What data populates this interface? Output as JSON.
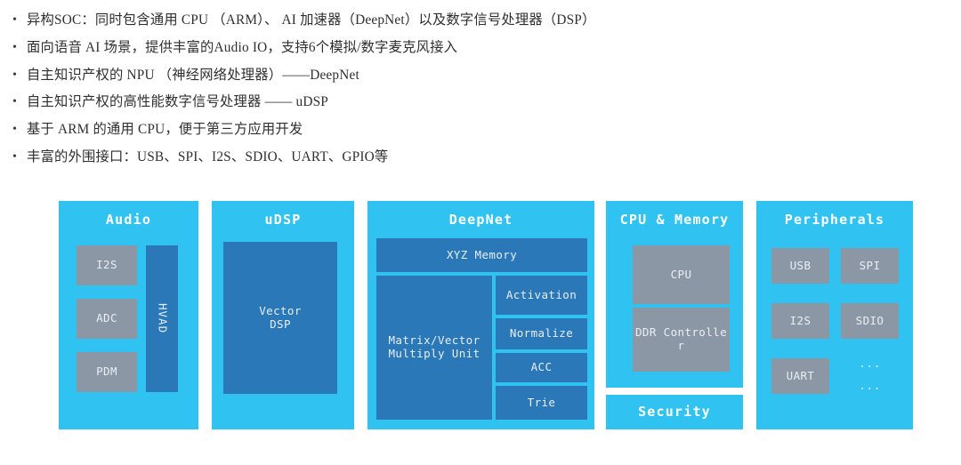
{
  "bullets": [
    {
      "marker": "•",
      "text": "异构SOC：同时包含通用 CPU （ARM）、 AI 加速器（DeepNet）以及数字信号处理器（DSP）"
    },
    {
      "marker": "•",
      "text": "面向语音 AI 场景，提供丰富的Audio IO，支持6个模拟/数字麦克风接入"
    },
    {
      "marker": "•",
      "text": "自主知识产权的 NPU （神经网络处理器）——DeepNet"
    },
    {
      "marker": "•",
      "text": "自主知识产权的高性能数字信号处理器 —— uDSP"
    },
    {
      "marker": "•",
      "text": "基于 ARM 的通用 CPU，便于第三方应用开发"
    },
    {
      "marker": "•",
      "text": "丰富的外围接口：USB、SPI、I2S、SDIO、UART、GPIO等"
    }
  ],
  "colors": {
    "panel_cyan": "#30c3f2",
    "box_gray": "#8c97a6",
    "box_blue": "#2a78b8",
    "text_light": "#e9eef3",
    "bullet_text": "#2f2f2f"
  },
  "diagram": {
    "panels": {
      "audio": {
        "title": "Audio",
        "boxes": {
          "i2s": "I2S",
          "adc": "ADC",
          "pdm": "PDM",
          "hvad": "HVAD"
        }
      },
      "udsp": {
        "title": "uDSP",
        "boxes": {
          "vector_dsp": "Vector\nDSP"
        }
      },
      "deepnet": {
        "title": "DeepNet",
        "boxes": {
          "xyz_memory": "XYZ Memory",
          "matrix_unit": "Matrix/Vector Multiply Unit",
          "activation": "Activation",
          "normalize": "Normalize",
          "acc": "ACC",
          "trie": "Trie"
        }
      },
      "cpu_memory": {
        "title": "CPU & Memory",
        "boxes": {
          "cpu": "CPU",
          "ddr_controller": "DDR Controller"
        }
      },
      "security": {
        "title": "Security"
      },
      "peripherals": {
        "title": "Peripherals",
        "boxes": {
          "usb": "USB",
          "spi": "SPI",
          "i2s": "I2S",
          "sdio": "SDIO",
          "uart": "UART",
          "more_1": "...",
          "more_2": "..."
        }
      }
    }
  }
}
